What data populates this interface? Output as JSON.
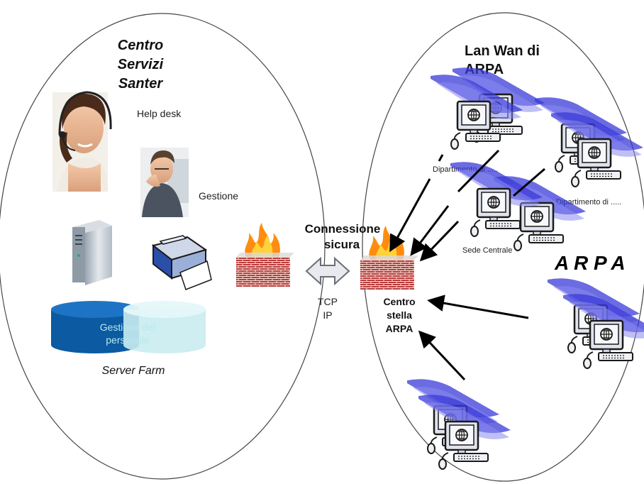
{
  "left_site": {
    "title_lines": [
      "Centro",
      "Servizi",
      "Santer"
    ],
    "help_desk_label": "Help desk",
    "gestione_label": "Gestione",
    "db_label_lines": [
      "Gestione del",
      "personale"
    ],
    "server_farm_label": "Server Farm"
  },
  "link": {
    "title_lines": [
      "Connessione",
      "sicura"
    ],
    "protocol_lines": [
      "TCP",
      "IP"
    ]
  },
  "right_site": {
    "title_lines": [
      "Lan Wan di",
      "ARPA"
    ],
    "dept1_label": "Dipartimento di .....",
    "dept2_label": "Dipartimento di .....",
    "sede_label": "Sede Centrale",
    "arpa_logo": "A R P A",
    "hub_label_lines": [
      "Centro",
      "stella",
      "ARPA"
    ]
  },
  "colors": {
    "monitor_fill": "#dfe3ee",
    "wave_fill": "#3a3ad8",
    "firewall_brick": "#b83a3a",
    "flame": "#ff8c10",
    "db_blue": "#0b5aa2",
    "db_cyan": "#c9ecf0"
  },
  "icons": [
    "person-headset-photo",
    "person-phone-photo",
    "server-tower-icon",
    "printer-icon",
    "database-icon",
    "firewall-icon",
    "double-arrow-icon",
    "computer-workstation-icon"
  ]
}
